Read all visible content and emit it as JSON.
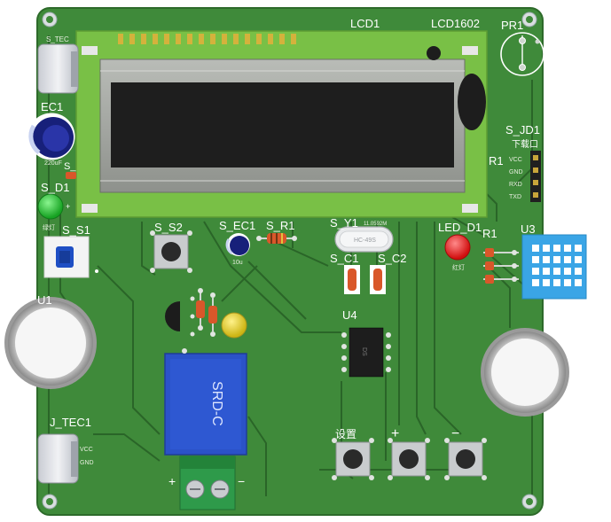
{
  "colors": {
    "board": "#3f8a3a",
    "board_edge": "#2d6a2a",
    "trace": "#2a6528",
    "silkscreen": "#ffffff",
    "lcd_frame": "#79c046",
    "lcd_screen": "#1e1e1e",
    "relay": "#2b52c8",
    "sensor": "#3aa5e6",
    "terminal": "#2e9a4a",
    "led_green": "#1fbd2e",
    "led_red": "#e31b1b",
    "led_yellow": "#e9d21b"
  },
  "labels": {
    "lcd_ref": "LCD1",
    "lcd_part": "LCD1602",
    "pr1": "PR1",
    "s_tec": "S_TEC",
    "ec1": "EC1",
    "ec1_value": "220uF",
    "s_small": "S_",
    "s_d1": "S_D1",
    "s_d1_note": "绿灯",
    "s_s1": "S_S1",
    "u1": "U1",
    "s_s2": "S_S2",
    "s_ec1": "S_EC1",
    "s_ec1_value": "10u",
    "s_r1": "S_R1",
    "s_y1": "S_Y1",
    "s_y1_value": "11.0592M",
    "crystal_text": "HC-49S",
    "s_c1": "S_C1",
    "s_c2": "S_C2",
    "led_d1": "LED_D1",
    "led_d1_note": "红灯",
    "r1_left": "R1",
    "r1_right": "R1",
    "u3": "U3",
    "s_jd1": "S_JD1",
    "port_caption": "下载口",
    "pin_vcc": "VCC",
    "pin_gnd": "GND",
    "pin_rxd": "RXD",
    "pin_txd": "TXD",
    "u4": "U4",
    "relay_text": "SRD-C",
    "j_tec1": "J_TEC1",
    "j_vcc": "VCC",
    "j_gnd": "GND",
    "btn_set": "设置",
    "btn_plus": "+",
    "btn_minus": "−",
    "term_plus": "+",
    "term_minus": "−",
    "chip_text": "DS"
  }
}
